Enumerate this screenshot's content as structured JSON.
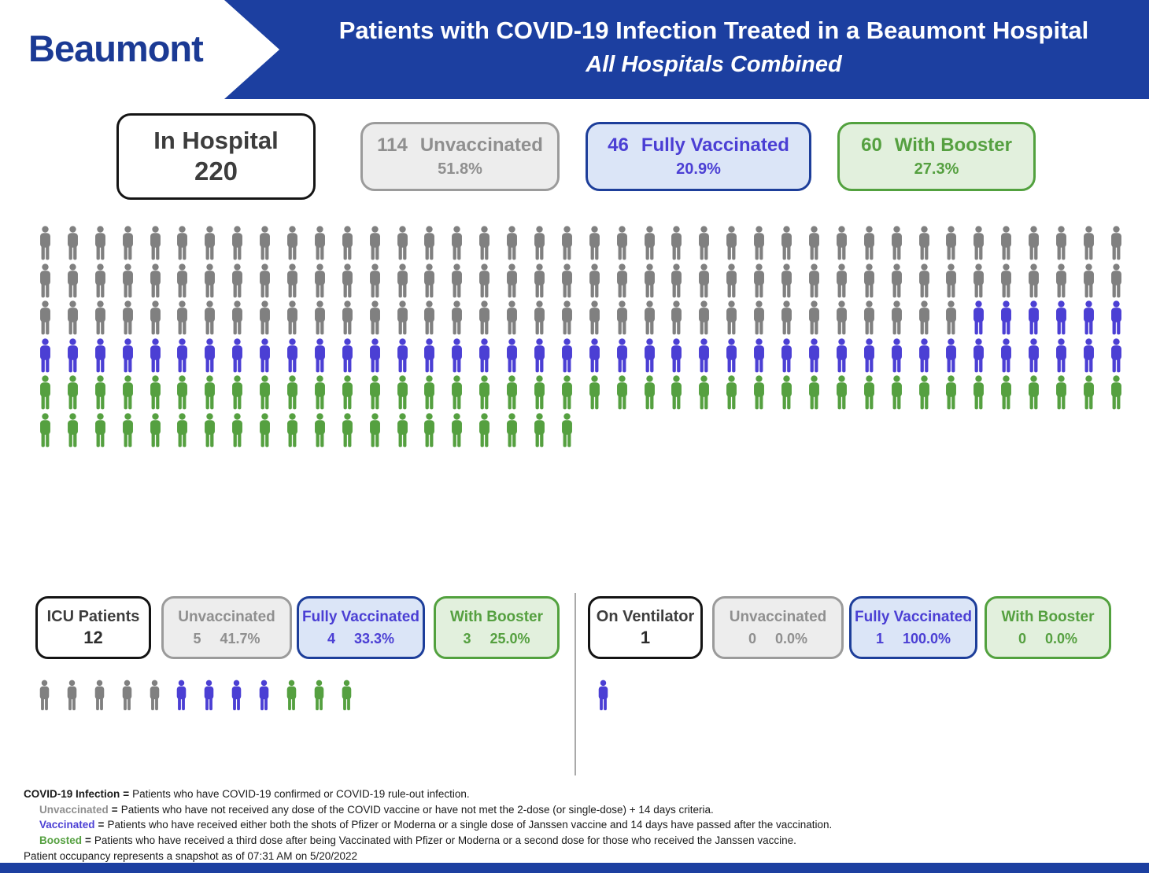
{
  "header": {
    "logo_text": "Beaumont",
    "title": "Patients with COVID-19 Infection Treated in a Beaumont Hospital",
    "subtitle": "All Hospitals Combined"
  },
  "colors": {
    "banner_blue": "#1C3FA0",
    "logo_blue": "#1B3A94",
    "unvaccinated_gray": "#808080",
    "unvaccinated_gray_text": "#8F8F8F",
    "vaccinated_blue": "#4B3FD4",
    "boosted_green": "#55A040"
  },
  "summary_boxes": {
    "in_hospital": {
      "label": "In Hospital",
      "value": "220"
    },
    "unvaccinated": {
      "count": "114",
      "label": "Unvaccinated",
      "percent": "51.8%"
    },
    "fully_vaccinated": {
      "count": "46",
      "label": "Fully Vaccinated",
      "percent": "20.9%"
    },
    "with_booster": {
      "count": "60",
      "label": "With Booster",
      "percent": "27.3%"
    }
  },
  "icu_section": {
    "patients": {
      "label": "ICU Patients",
      "value": "12"
    },
    "unvaccinated": {
      "label": "Unvaccinated",
      "count": "5",
      "percent": "41.7%"
    },
    "fully_vaccinated": {
      "label": "Fully Vaccinated",
      "count": "4",
      "percent": "33.3%"
    },
    "with_booster": {
      "label": "With Booster",
      "count": "3",
      "percent": "25.0%"
    }
  },
  "ventilator_section": {
    "patients": {
      "label": "On Ventilator",
      "value": "1"
    },
    "unvaccinated": {
      "label": "Unvaccinated",
      "count": "0",
      "percent": "0.0%"
    },
    "fully_vaccinated": {
      "label": "Fully Vaccinated",
      "count": "1",
      "percent": "100.0%"
    },
    "with_booster": {
      "label": "With Booster",
      "count": "0",
      "percent": "0.0%"
    }
  },
  "chart_data": [
    {
      "type": "pictograph",
      "title": "In Hospital",
      "total": 220,
      "categories": [
        "Unvaccinated",
        "Fully Vaccinated",
        "With Booster"
      ],
      "values": [
        114,
        46,
        60
      ],
      "percents": [
        51.8,
        20.9,
        27.3
      ],
      "icons_per_row": 40,
      "colors": [
        "#808080",
        "#4B3FD4",
        "#55A040"
      ]
    },
    {
      "type": "pictograph",
      "title": "ICU Patients",
      "total": 12,
      "categories": [
        "Unvaccinated",
        "Fully Vaccinated",
        "With Booster"
      ],
      "values": [
        5,
        4,
        3
      ],
      "percents": [
        41.7,
        33.3,
        25.0
      ],
      "icons_per_row": 40,
      "colors": [
        "#808080",
        "#4B3FD4",
        "#55A040"
      ]
    },
    {
      "type": "pictograph",
      "title": "On Ventilator",
      "total": 1,
      "categories": [
        "Unvaccinated",
        "Fully Vaccinated",
        "With Booster"
      ],
      "values": [
        0,
        1,
        0
      ],
      "percents": [
        0.0,
        100.0,
        0.0
      ],
      "icons_per_row": 40,
      "colors": [
        "#808080",
        "#4B3FD4",
        "#55A040"
      ]
    }
  ],
  "footer": {
    "separator": "=",
    "definitions": [
      {
        "term": "COVID-19 Infection",
        "text": "Patients who have COVID-19 confirmed or COVID-19 rule-out infection."
      },
      {
        "term": "Unvaccinated",
        "text": "Patients who have not received any dose of the COVID vaccine or have not met the 2-dose (or single-dose) + 14 days criteria."
      },
      {
        "term": "Vaccinated",
        "text": "Patients who have received either both the shots of Pfizer or Moderna or a single dose of Janssen vaccine and 14 days have passed after the vaccination."
      },
      {
        "term": "Boosted",
        "text": "Patients who have received a third dose after being Vaccinated with Pfizer or Moderna or a second dose for those who received the Janssen vaccine."
      }
    ],
    "snapshot_note": "Patient occupancy represents a snapshot as of 07:31 AM on 5/20/2022"
  }
}
